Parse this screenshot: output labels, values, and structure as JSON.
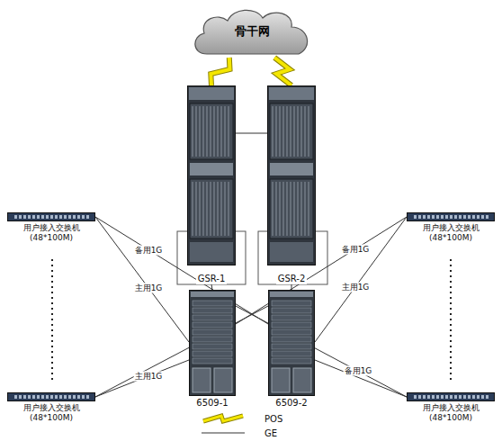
{
  "diagram": {
    "nodes": [
      {
        "text": [
          "骨干网"
        ]
      },
      {
        "text": [
          "GSR-1"
        ]
      },
      {
        "text": [
          "GSR-2"
        ]
      },
      {
        "text": [
          "用户接入交换机 (48*100M)"
        ]
      },
      {
        "text": [
          "用户接入交换机 (48*100M)"
        ]
      },
      {
        "text": [
          "6509-1"
        ]
      },
      {
        "text": [
          "6509-2"
        ]
      },
      {
        "text": [
          "用户接入交换机 (48*100M)"
        ]
      },
      {
        "text": [
          "用户接入交换机 (48*100M)"
        ]
      }
    ],
    "edges": [
      {
        "from": 0,
        "to": 1,
        "arrow": "none"
      },
      {
        "from": 0,
        "to": 2,
        "arrow": "none"
      },
      {
        "from": 1,
        "to": 2,
        "arrow": "none"
      },
      {
        "from": 1,
        "to": 5,
        "arrow": "none"
      },
      {
        "from": 2,
        "to": 6,
        "arrow": "none"
      },
      {
        "from": 3,
        "to": 5,
        "label": "主用1G",
        "arrow": "none"
      },
      {
        "from": 3,
        "to": 6,
        "label": "备用1G",
        "arrow": "none"
      },
      {
        "from": 4,
        "to": 6,
        "label": "主用1G",
        "arrow": "none"
      },
      {
        "from": 4,
        "to": 5,
        "label": "备用1G",
        "arrow": "none"
      },
      {
        "from": 7,
        "to": 5,
        "label": "主用1G",
        "arrow": "none"
      },
      {
        "from": 7,
        "to": 6,
        "arrow": "none"
      },
      {
        "from": 8,
        "to": 6,
        "arrow": "none"
      },
      {
        "from": 8,
        "to": 5,
        "label": "备用1G",
        "arrow": "none"
      }
    ],
    "legend": [
      {
        "text": "POS"
      },
      {
        "text": "GE"
      }
    ]
  }
}
